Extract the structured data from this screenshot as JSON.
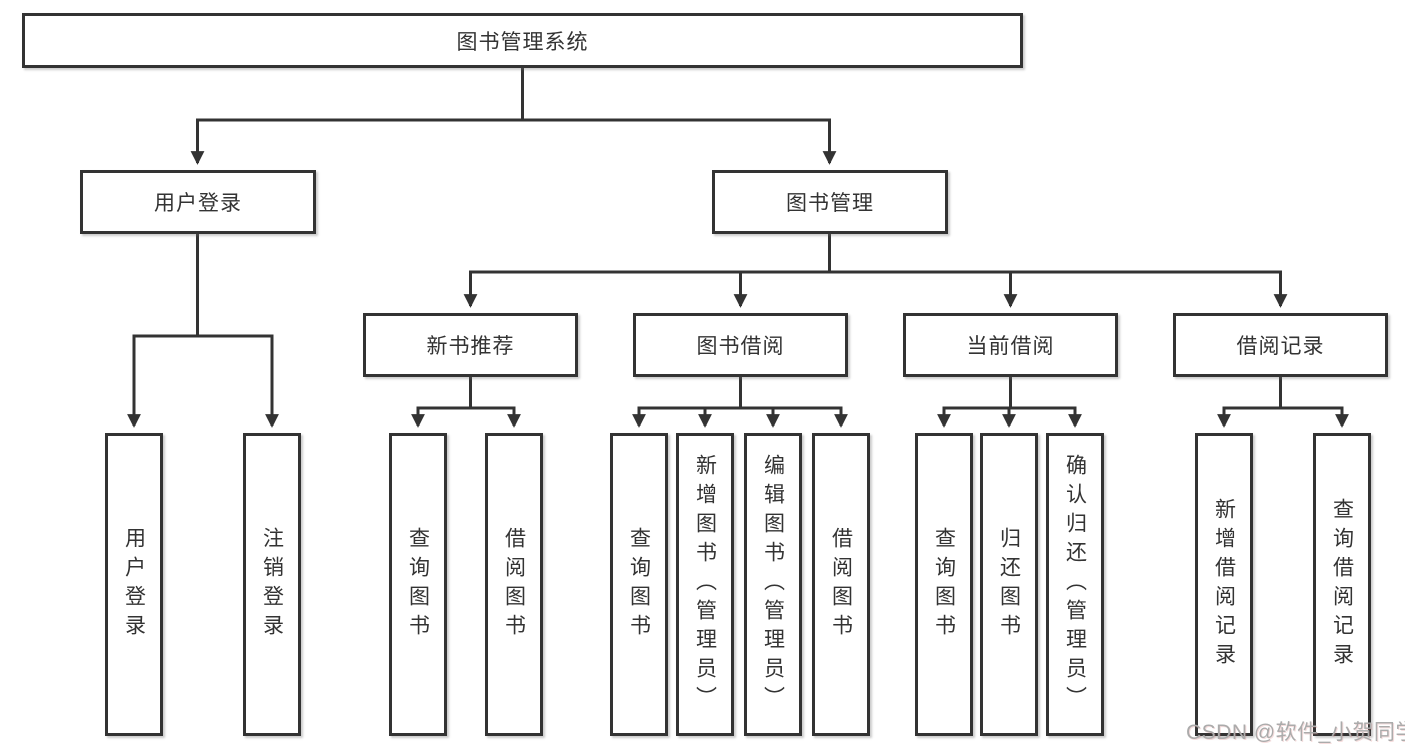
{
  "diagram_title": "图书管理系统",
  "nodes": {
    "root": {
      "label": "图书管理系统"
    },
    "user_login": {
      "label": "用户登录"
    },
    "book_mgmt": {
      "label": "图书管理"
    },
    "new_book": {
      "label": "新书推荐"
    },
    "book_borrow": {
      "label": "图书借阅"
    },
    "current_borrow": {
      "label": "当前借阅"
    },
    "borrow_record": {
      "label": "借阅记录"
    },
    "leaf_user_login": {
      "label": "用户登录"
    },
    "leaf_logout": {
      "label": "注销登录"
    },
    "leaf_nb_query": {
      "label": "查询图书"
    },
    "leaf_nb_borrow": {
      "label": "借阅图书"
    },
    "leaf_bb_query": {
      "label": "查询图书"
    },
    "leaf_bb_add": {
      "label": "新增图书（管理员）"
    },
    "leaf_bb_edit": {
      "label": "编辑图书（管理员）"
    },
    "leaf_bb_borrow": {
      "label": "借阅图书"
    },
    "leaf_cb_query": {
      "label": "查询图书"
    },
    "leaf_cb_return": {
      "label": "归还图书"
    },
    "leaf_cb_confirm": {
      "label": "确认归还（管理员）"
    },
    "leaf_br_add": {
      "label": "新增借阅记录"
    },
    "leaf_br_query": {
      "label": "查询借阅记录"
    }
  },
  "hierarchy": {
    "root": "图书管理系统",
    "children": [
      {
        "label": "用户登录",
        "children": [
          "用户登录",
          "注销登录"
        ]
      },
      {
        "label": "图书管理",
        "children": [
          {
            "label": "新书推荐",
            "children": [
              "查询图书",
              "借阅图书"
            ]
          },
          {
            "label": "图书借阅",
            "children": [
              "查询图书",
              "新增图书（管理员）",
              "编辑图书（管理员）",
              "借阅图书"
            ]
          },
          {
            "label": "当前借阅",
            "children": [
              "查询图书",
              "归还图书",
              "确认归还（管理员）"
            ]
          },
          {
            "label": "借阅记录",
            "children": [
              "新增借阅记录",
              "查询借阅记录"
            ]
          }
        ]
      }
    ]
  },
  "watermark": {
    "text": "CSDN @软件_小贺同学"
  },
  "colors": {
    "line": "#333333",
    "text": "#333333",
    "box_bg": "#ffffff",
    "background": "#ffffff",
    "watermark": "#ababab"
  }
}
